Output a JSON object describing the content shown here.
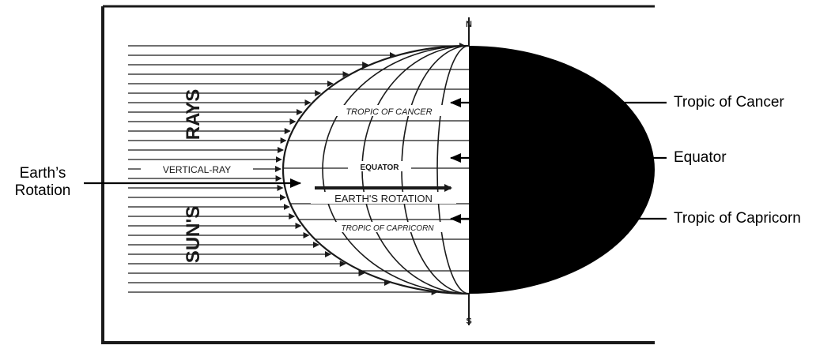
{
  "colors": {
    "ink": "#1a1a1a",
    "paper": "#ffffff",
    "callout": "#000000"
  },
  "diagram": {
    "north_marker": "N",
    "south_marker": "S",
    "rays_word_top": "RAYS",
    "rays_word_bottom": "SUN'S",
    "vertical_ray": "VERTICAL-RAY",
    "globe_tropic_cancer": "TROPIC OF CANCER",
    "globe_equator": "EQUATOR",
    "globe_rotation": "EARTH'S ROTATION",
    "globe_tropic_capricorn": "TROPIC OF CAPRICORN"
  },
  "callouts": {
    "earth_rotation_line1": "Earth’s",
    "earth_rotation_line2": "Rotation",
    "tropic_of_cancer": "Tropic of Cancer",
    "equator": "Equator",
    "tropic_of_capricorn": "Tropic of Capricorn"
  }
}
